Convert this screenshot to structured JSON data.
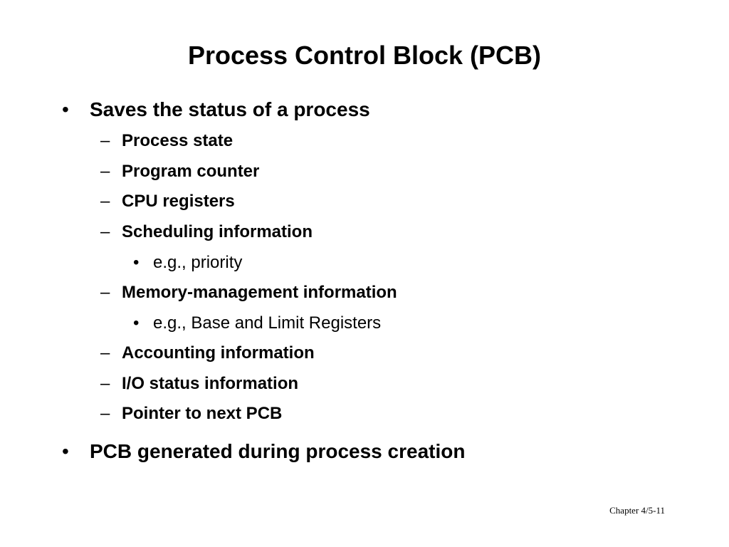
{
  "slide": {
    "title": "Process Control Block (PCB)",
    "bullet_marker": "•",
    "dash_marker": "–",
    "items": [
      {
        "level": 1,
        "text": "Saves the status of a process"
      },
      {
        "level": 2,
        "text": "Process state"
      },
      {
        "level": 2,
        "text": "Program counter"
      },
      {
        "level": 2,
        "text": "CPU registers"
      },
      {
        "level": 2,
        "text": "Scheduling information"
      },
      {
        "level": 3,
        "text": "e.g., priority"
      },
      {
        "level": 2,
        "text": "Memory-management information"
      },
      {
        "level": 3,
        "text": "e.g., Base and Limit Registers"
      },
      {
        "level": 2,
        "text": "Accounting information"
      },
      {
        "level": 2,
        "text": "I/O status information"
      },
      {
        "level": 2,
        "text": "Pointer to next PCB"
      },
      {
        "level": 1,
        "text": "PCB generated during process creation"
      }
    ],
    "footer": "Chapter 4/5-11"
  }
}
